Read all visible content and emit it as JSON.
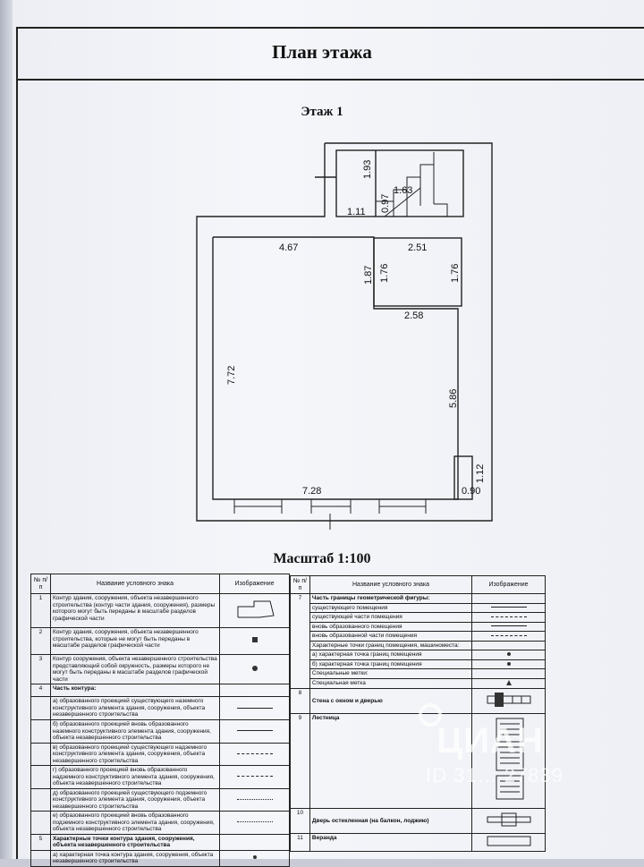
{
  "document": {
    "title": "План этажа",
    "floor_label": "Этаж 1",
    "scale_label": "Масштаб 1:100"
  },
  "plan": {
    "dimensions": {
      "stair_height": "1.93",
      "stair_width": "1.63",
      "stair_landing": "0.97",
      "entry_width": "1.11",
      "hall_top": "4.67",
      "room_top": "2.51",
      "room_bottom": "2.58",
      "partition_left": "1.87",
      "room_left": "1.76",
      "room_right": "1.76",
      "hall_height": "7.72",
      "right_wall": "5.86",
      "hall_bottom": "7.28",
      "niche_height": "1.12",
      "niche_width": "0.90"
    }
  },
  "legend": {
    "left": {
      "headers": [
        "№ п/п",
        "Название условного знака",
        "Изображение"
      ],
      "rows": [
        {
          "no": "1",
          "text": "Контур здания, сооружения, объекта незавершенного строительства (контур части здания, сооружения), размеры которого могут быть переданы в масштабе разделов графической части"
        },
        {
          "no": "2",
          "text": "Контур здания, сооружения, объекта незавершенного строительства, которые не могут быть переданы в масштабе разделов графической части"
        },
        {
          "no": "3",
          "text": "Контур сооружения, объекта незавершенного строительства представляющий собой окружность, размеры которого не могут быть переданы в масштабе разделов графической части"
        },
        {
          "no": "4",
          "text": "Часть контура:"
        },
        {
          "no": "",
          "text": "а) образованного проекцией существующего наземного конструктивного элемента здания, сооружения, объекта незавершенного строительства"
        },
        {
          "no": "",
          "text": "б) образованного проекцией вновь образованного наземного конструктивного элемента здания, сооружения, объекта незавершенного строительства"
        },
        {
          "no": "",
          "text": "в) образованного проекцией существующего надземного конструктивного элемента здания, сооружения, объекта незавершенного строительства"
        },
        {
          "no": "",
          "text": "г) образованного проекцией вновь образованного надземного конструктивного элемента здания, сооружения, объекта незавершенного строительства"
        },
        {
          "no": "",
          "text": "д) образованного проекцией существующего подземного конструктивного элемента здания, сооружения, объекта незавершенного строительства"
        },
        {
          "no": "",
          "text": "е) образованного проекцией вновь образованного подземного конструктивного элемента здания, сооружения, объекта незавершенного строительства"
        },
        {
          "no": "5",
          "text": "Характерные точки контура здания, сооружения, объекта незавершенного строительства"
        },
        {
          "no": "",
          "text": "а) характерная точка контура здания, сооружения, объекта незавершенного строительства"
        }
      ]
    },
    "right": {
      "headers": [
        "№ п/п",
        "Название условного знака",
        "Изображение"
      ],
      "row7_no": "7",
      "row7_title": "Часть границы геометрической фигуры:",
      "row7_items": [
        "существующего помещения",
        "существующей части помещения",
        "вновь образованного помещения",
        "вновь образованной части помещения",
        "Характерные точки границ помещения, машиноместа:",
        "а) характерная точка границ помещения",
        "б) характерная точка границ помещения",
        "Специальные метки:",
        "Специальная метка"
      ],
      "rows": [
        {
          "no": "8",
          "text": "Стена с окном и дверью"
        },
        {
          "no": "9",
          "text": "Лестница"
        },
        {
          "no": "10",
          "text": "Дверь остекленная (на балкон, лоджию)"
        },
        {
          "no": "11",
          "text": "Веранда"
        }
      ]
    }
  },
  "watermark": {
    "brand": "ЦИАН",
    "id": "ID 31… 27839"
  }
}
